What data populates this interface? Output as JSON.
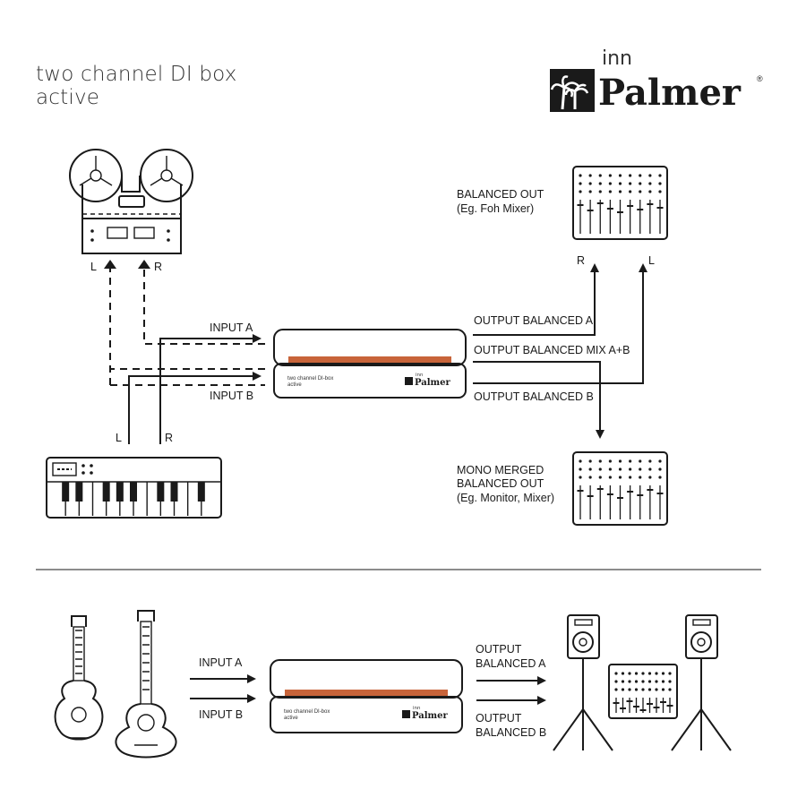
{
  "header": {
    "title_line1": "two channel DI box",
    "title_line2": "active",
    "logo_small": "inn",
    "logo_main": "Palmer",
    "logo_reg": "®"
  },
  "top_diagram": {
    "tape_deck": {
      "left_label": "L",
      "right_label": "R"
    },
    "keyboard": {
      "left_label": "L",
      "right_label": "R"
    },
    "input_a": "INPUT A",
    "input_b": "INPUT B",
    "di_box": {
      "name_line1": "two channel DI-box",
      "name_line2": "active",
      "brand_small": "inn",
      "brand": "Palmer"
    },
    "outputs": {
      "a": "OUTPUT BALANCED A",
      "mix": "OUTPUT BALANCED MIX A+B",
      "b": "OUTPUT BALANCED B"
    },
    "mixer_top": {
      "line1": "BALANCED OUT",
      "line2": "(Eg. Foh Mixer)",
      "r_label": "R",
      "l_label": "L"
    },
    "mixer_bottom": {
      "line1": "MONO MERGED",
      "line2": "BALANCED OUT",
      "line3": "(Eg. Monitor, Mixer)"
    }
  },
  "bottom_diagram": {
    "input_a": "INPUT A",
    "input_b": "INPUT B",
    "di_box": {
      "name_line1": "two channel DI-box",
      "name_line2": "active",
      "brand_small": "inn",
      "brand": "Palmer"
    },
    "output_a_line1": "OUTPUT",
    "output_a_line2": "BALANCED A",
    "output_b_line1": "OUTPUT",
    "output_b_line2": "BALANCED B"
  },
  "colors": {
    "line": "#1a1a1a",
    "accent_stripe": "#c8643a",
    "background": "#ffffff"
  }
}
